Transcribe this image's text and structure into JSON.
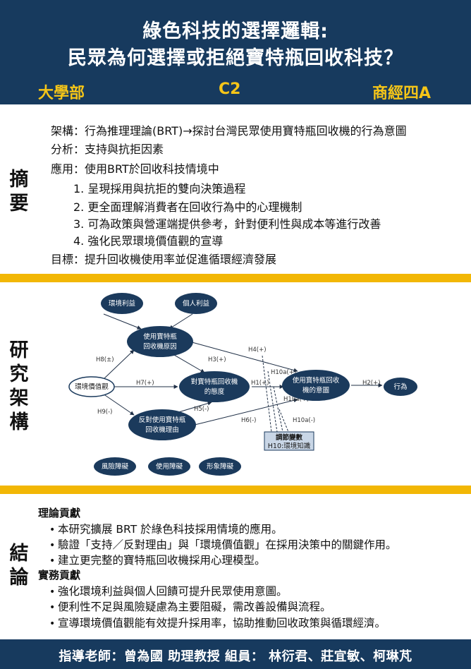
{
  "header": {
    "title_line1": "綠色科技的選擇邏輯:",
    "title_line2": "民眾為何選擇或拒絕寶特瓶回收科技？",
    "left": "大學部",
    "center": "C2",
    "right": "商經四A"
  },
  "abstract": {
    "label_1": "摘",
    "label_2": "要",
    "line_framework": "架構：行為推理理論(BRT)→探討台灣民眾使用寶特瓶回收機的行為意圖",
    "line_analysis": "分析：支持與抗拒因素",
    "line_application": "應用：使用BRT於回收科技情境中",
    "items": [
      "1. 呈現採用與抗拒的雙向決策過程",
      "2. 更全面理解消費者在回收行為中的心理機制",
      "3. 可為政策與營運端提供參考，針對便利性與成本等進行改善",
      "4. 強化民眾環境價值觀的宣導"
    ],
    "line_goal": "目標：提升回收機使用率並促進循環經濟發展"
  },
  "framework": {
    "label": [
      "研",
      "究",
      "架",
      "構"
    ],
    "nodes": {
      "env_benefit": "環境利益",
      "personal_benefit": "個人利益",
      "reasons_for_1": "使用寶特瓶",
      "reasons_for_2": "回收機原因",
      "env_value": "環境價值觀",
      "attitude_1": "對寶特瓶回收機",
      "attitude_2": "的態度",
      "intention_1": "使用寶特瓶回收",
      "intention_2": "機的意圖",
      "behavior": "行為",
      "reasons_against_1": "反對使用寶特瓶",
      "reasons_against_2": "回收機理由",
      "risk": "風險障礙",
      "usage": "使用障礙",
      "image": "形象障礙",
      "moderator_1": "調節變數",
      "moderator_2": "H10:環境知識"
    },
    "edges": {
      "h8": "H8(±)",
      "h7": "H7(+)",
      "h9": "H9(-)",
      "h3": "H3(+)",
      "h4": "H4(+)",
      "h1": "H1(+)",
      "h10a_top": "H10a(+)",
      "h10a_mid": "H10a(+)",
      "h10a_neg": "H10a(-)",
      "h2": "H2(+)",
      "h5": "H5(-)",
      "h6": "H6(-)"
    },
    "colors": {
      "node": "#1b3a5c",
      "edge": "#1f2f46"
    }
  },
  "conclusion": {
    "label_1": "結",
    "label_2": "論",
    "theory_head": "理論貢獻",
    "theory": [
      "本研究擴展 BRT 於綠色科技採用情境的應用。",
      "驗證「支持／反對理由」與「環境價值觀」在採用決策中的關鍵作用。",
      "建立更完整的寶特瓶回收機採用心理模型。"
    ],
    "practice_head": "實務貢獻",
    "practice": [
      "強化環境利益與個人回饋可提升民眾使用意圖。",
      "便利性不足與風險疑慮為主要阻礙，需改善設備與流程。",
      "宣導環境價值觀能有效提升採用率，協助推動回收政策與循環經濟。"
    ]
  },
  "footer": {
    "text": "指導老師：曾為國 助理教授  組員： 林衍君、莊宜敏、柯琳芃"
  },
  "theme": {
    "navy": "#173a5e",
    "gold": "#f5c518",
    "divider": "#f2b705"
  }
}
